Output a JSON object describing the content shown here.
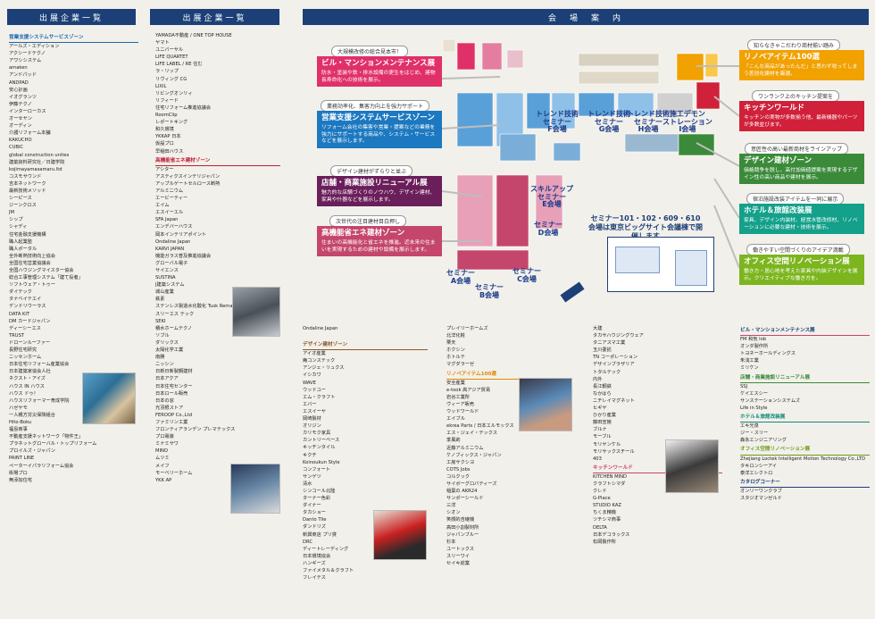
{
  "headers": {
    "exhibitors_1": "出展企業一覧",
    "exhibitors_2": "出展企業一覧",
    "venue": "会　場　案　内"
  },
  "col1": {
    "section": "営業支援システムサービスゾーン",
    "items": [
      "アールズ・エディション",
      "アクシードテクノ",
      "アワシシステム",
      "amaken",
      "アンドパッド",
      "ANDPAD",
      "安心計画",
      "イオグランツ",
      "伊藤テクノ",
      "インターローカス",
      "オーセヤン",
      "オーディン",
      "介護リフォーム本舗",
      "KAKUCHO",
      "CUBIC",
      "global construction unites",
      "建築資料研究社／日建学院",
      "kojimayamasamaru.ltd",
      "コスモサウンド",
      "吉本ネットワーク",
      "最新技術メソッド",
      "シーピース",
      "ジーンクロス",
      "JM",
      "シップ",
      "シャディ",
      "住宅金融支援機構",
      "職人起業塾",
      "職人ポータル",
      "全外断熱技術向上協会",
      "全国住宅営業協議会",
      "全国ハウジングマイスター協会",
      "総合工事管理システム「建て役者」",
      "ソフトウェア・トゥー",
      "ダイテック",
      "タナベイテエイ",
      "デンドリウーラス",
      "DATA KIT",
      "DM カードジャパン",
      "ディーシーエス",
      "TRUST",
      "ドローンルーファー",
      "長野住宅研究",
      "ニッセンホーム",
      "日本住宅リフォーム産業協会",
      "日本建築家協会人社",
      "ネクスト・アイズ",
      "ハウス IN ハウス",
      "ハウス ドゥ！",
      "ハウスリフォーマー育成学院",
      "ハゼヤモ",
      "一人親方労災保険組合",
      "Hito-Boku",
      "福島商事",
      "不動産支援ネットワーク「物件王」",
      "プラネットグローバル・トップリフォーム",
      "プロイルズ・ジャパン",
      "PAINT LINE",
      "ペーターイパラリフォーム協会",
      "街場プロ",
      "無添加住宅"
    ]
  },
  "col2": {
    "items_a": [
      "YAMADA不動産 / ONE TOP HOUSE",
      "ヤマト",
      "ユニバーサル",
      "LIFE QUARTET",
      "LIFE LABEL / RE 住む",
      "ラ・リップ",
      "リヴィング CG",
      "LIXIL",
      "リビングオンリィ",
      "リフィード",
      "住宅リフォーム推進協議会",
      "RoomClip",
      "レポートキング",
      "和久環境",
      "YKKAP 日本",
      "仮設プロ",
      "早稲田ハウス"
    ],
    "section_b": "高機能省エネ建材ゾーン",
    "items_b": [
      "アシター",
      "アスティクスインテリジャパン",
      "アップルゲートセルロース断熱",
      "アルミニウム",
      "エービーティー",
      "エイム",
      "エスイーエル",
      "SFA Japan",
      "エンデバーハウス",
      "岡本インテリアポイント",
      "Ondaline Japan",
      "KARVI JAPAN",
      "機能ガラス普及推進協議会",
      "グローバル電子",
      "サイエンス",
      "SUSTINA",
      "J建築システム",
      "城山産業",
      "鉄素",
      "ステンレス製造水化酸化 Tusk Remake Cover",
      "スリーエス テック",
      "SEKI",
      "積水ホームテクノ",
      "ソブル",
      "ダリックス",
      "太陽化学工業",
      "南勝",
      "ニッシン",
      "日新日新製鋼建材",
      "日本アクア",
      "日本住宅センター",
      "日本ロール販売",
      "日本の窓",
      "光羽根ストア",
      "FEROOP Co.,Ltd",
      "ファミリン工業",
      "フロンティアランデン プレマテックス",
      "プロ電装",
      "ミナミサワ",
      "MINO",
      "ムツミ",
      "メイフ",
      "モーベリーホーム",
      "YKK AP"
    ]
  },
  "col3": {
    "item_top": "Ondaline Japan",
    "section": "デザイン建材ゾーン",
    "items": [
      "アイオ産業",
      "庵コンステック",
      "アンジェ・リュクス",
      "イシカワ",
      "WAVE",
      "ウッドユー",
      "エム・クラフト",
      "エバー",
      "エスイーヤ",
      "岡崎製材",
      "オリジン",
      "カリモク家具",
      "カントリーベース",
      "キッチンタイル",
      "キクチ",
      "Koinoukun Style",
      "コンフォート",
      "サンゲツ",
      "清水",
      "シンコール北陸",
      "ターナー色彩",
      "ダイナー",
      "タカショー",
      "Danto Tile",
      "ダンドリズ",
      "新興商店 プリ貸",
      "DRC",
      "ディートレーディング",
      "日本環境協会",
      "ハンギーズ",
      "ファイメタル＆クラフト",
      "フレイテス"
    ]
  },
  "col4": {
    "items_a": [
      "プレイリーホームズ",
      "北洋化粧",
      "栗天",
      "ホクシン",
      "ホトルテ",
      "マグダラーゼ"
    ],
    "section_b": "リノベアイテム100選",
    "items_b": [
      "安全産業",
      "e-took 高アジア貿易",
      "岩谷工業所",
      "ヴィーア販売",
      "ウッドワールド",
      "エイブル",
      "ekrea Parts / 日本エルモックス",
      "エス・ジェイ・テックス",
      "季風莉",
      "近藤アルミニウム",
      "ケノブィックス・ジャパン",
      "工房サクシヨ",
      "COTS Jobs",
      "コルクック",
      "サイボーグロバティーズ",
      "稲葉の AKR24",
      "サンポーシールド",
      "三洋",
      "シオン",
      "笑顔的吉継機",
      "高田小割製材所",
      "ジャパンブルー",
      "杉本",
      "ユートックス",
      "スリーワイ",
      "セイキ総業"
    ]
  },
  "col5": {
    "items_a": [
      "大建",
      "タカサハウジングウェア",
      "タニアスマ工業",
      "玉川委託",
      "TN コーポレーション",
      "デザインブラザリア",
      "トタルテック",
      "内外",
      "長江鋼鉄",
      "なかはら",
      "ニチレイマグネット",
      "ヒギヤ",
      "ひかり産業",
      "藤田宣館",
      "ブルナ",
      "モーブル",
      "モリヤンケル",
      "モリサックスチール",
      "403"
    ],
    "section_b": "キッチンワールド",
    "items_b": [
      "KITCHEN MIND",
      "クラフトシマダ",
      "クレド",
      "G-Place",
      "STUDIO KAZ",
      "ちくま精機",
      "ツチシマ商事",
      "DELTA",
      "日本デコラックス",
      "松岡製作所"
    ]
  },
  "col6": {
    "s1": "ビル・マンションメンテナンス展",
    "s1_items": [
      "FM 和気 lob",
      "オンダ製作所",
      "トヨネーホールディングス",
      "朱浅工業",
      "ミリケン"
    ],
    "s2": "店舗・商業施設リニューアル展",
    "s2_items": [
      "SSJ",
      "ケイエスシー",
      "サンステーションシステムズ",
      "Life in Style"
    ],
    "s3": "ホテル＆旅館改装展",
    "s3_items": [
      "エキ光泉",
      "ジー・スリー",
      "森永エンジニアリング"
    ],
    "s4": "オフィス空間リノベーション展",
    "s4_items": [
      "Zhejiang Loctek Intelligent Motion Technology Co.,LTD",
      "タキロンシーアイ",
      "泰洋エレクトロ"
    ],
    "s5": "カタログコーナー",
    "s5_items": [
      "オンリーワンクラブ",
      "スタジオマンゼルド"
    ]
  },
  "map": {
    "cap1": "大規模改修の総合見本市！",
    "box1_title": "ビル・マンションメンテナンス展",
    "box1_desc": "防水・塗装や鉄・排水設備の更生をはじめ、建物長寿命化への技術を展示。",
    "cap2": "業務効率化、集客力向上を強力サポート",
    "box2_title": "営業支援システムサービスゾーン",
    "box2_desc": "リフォーム会社の集客や営業・提案などの業務を強力にサポートする商品や、システム・サービスなどを展示します。",
    "cap3": "デザイン建材がずらりと並ぶ",
    "box3_title": "店舗・商業施設リニューアル展",
    "box3_desc": "魅力的な店舗づくりのノウハウ、デザイン建材、家具や什器などを展示します。",
    "cap4": "次世代の注目建材目白押し",
    "box4_title": "高機能省エネ建材ゾーン",
    "box4_desc": "住まいの高機能化と省エネを推進。近未来の住まいを実現するための建材や設備を展示します。",
    "cap5": "知らなきゃこだわり商材揃い踏み",
    "box5_title": "リノベアイテム100選",
    "box5_desc": "「こんな商品があったんだ」と思わず唸ってしまう差別化建材を厳選。",
    "cap6": "ワンランク上のキッチン提案を",
    "box6_title": "キッチンワールド",
    "box6_desc": "キッチンの実物が多数揃う他、最新機器やパーツが多数並びます。",
    "cap7": "意匠性の高い最新商材をラインアップ",
    "box7_title": "デザイン建材ゾーン",
    "box7_desc": "価格競争を脱し、高付加価値提案を実現するデザイン性の高い商品や建材を展示。",
    "cap8": "宿泊施設改装アイテムを一同に展示",
    "box8_title": "ホテル＆旅館改装展",
    "box8_desc": "家具、デザイン内装材、経営水管改修材、リノベーションに必要な建材・技術を展示。",
    "cap9": "働きやすい空間づくりのアイデア満載",
    "box9_title": "オフィス空間リノベーション展",
    "box9_desc": "働き方・居心地を考えた家具や内装デザインを展示。クリエイティブな働き方を。",
    "seminars": [
      "トレンド技術\nセミナー\nF会場",
      "トレンド技術\nセミナー\nG会場",
      "トレンド技術\nセミナー\nH会場",
      "施工デモン\nストレーション\nI会場",
      "スキルアップ\nセミナー\nE会場",
      "セミナー\nD会場",
      "セミナー\nC会場",
      "セミナー\nB会場",
      "セミナー\nA会場"
    ],
    "note": "セミナー101・102・609・610 会場は東京ビッグサイト会議棟で開催します"
  },
  "colors": {
    "navy": "#1c3f77",
    "pink": "#e0306a",
    "blue": "#1c78c0",
    "teal": "#14a08a",
    "green": "#3a8a3a",
    "orange": "#f1a100",
    "red": "#d0203a",
    "lime": "#7cb51e",
    "gray": "#6a6a6a"
  }
}
